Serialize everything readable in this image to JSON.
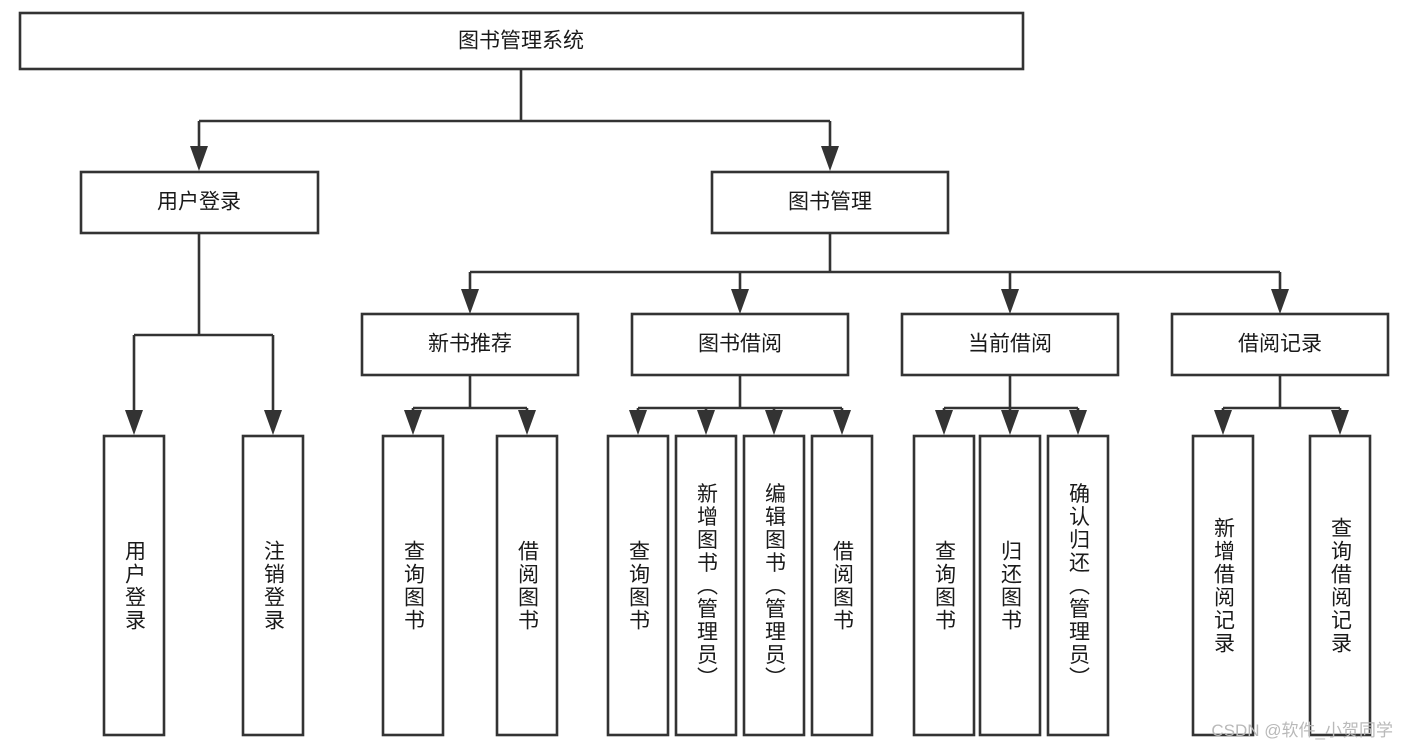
{
  "diagram": {
    "type": "tree",
    "title": "图书管理系统",
    "watermark": "CSDN @软件_小贺同学",
    "colors": {
      "stroke": "#333333",
      "fill": "#ffffff",
      "text": "#1a1a1a",
      "watermark": "#b9b9b9"
    },
    "levels": {
      "root": {
        "label": "图书管理系统"
      },
      "level1": [
        {
          "label": "用户登录"
        },
        {
          "label": "图书管理"
        }
      ],
      "level2": [
        {
          "label": "新书推荐"
        },
        {
          "label": "图书借阅"
        },
        {
          "label": "当前借阅"
        },
        {
          "label": "借阅记录"
        }
      ],
      "leaves_user_login": [
        {
          "label": "用户登录"
        },
        {
          "label": "注销登录"
        }
      ],
      "leaves_new_book": [
        {
          "label": "查询图书"
        },
        {
          "label": "借阅图书"
        }
      ],
      "leaves_borrow": [
        {
          "label": "查询图书"
        },
        {
          "label": "新增图书（管理员）"
        },
        {
          "label": "编辑图书（管理员）"
        },
        {
          "label": "借阅图书"
        }
      ],
      "leaves_current": [
        {
          "label": "查询图书"
        },
        {
          "label": "归还图书"
        },
        {
          "label": "确认归还（管理员）"
        }
      ],
      "leaves_record": [
        {
          "label": "新增借阅记录"
        },
        {
          "label": "查询借阅记录"
        }
      ]
    }
  }
}
